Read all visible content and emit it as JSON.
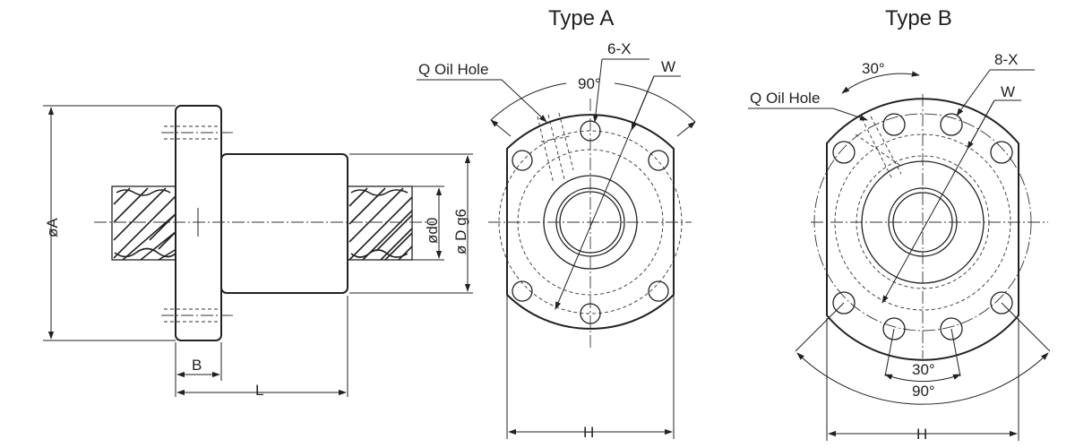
{
  "titles": {
    "type_a": "Type A",
    "type_b": "Type B"
  },
  "side_view": {
    "dia_a": "øA",
    "dia_d": "ø D g6",
    "dia_d0": "ød0",
    "flange_width": "B",
    "length": "L"
  },
  "type_a": {
    "oil_hole": "Q Oil Hole",
    "holes": "6-X",
    "pcd": "W",
    "angle": "90°",
    "width": "H"
  },
  "type_b": {
    "oil_hole": "Q Oil Hole",
    "holes": "8-X",
    "pcd": "W",
    "angle_top": "30°",
    "angle_bottom_small": "30°",
    "angle_bottom_large": "90°",
    "width": "H"
  }
}
